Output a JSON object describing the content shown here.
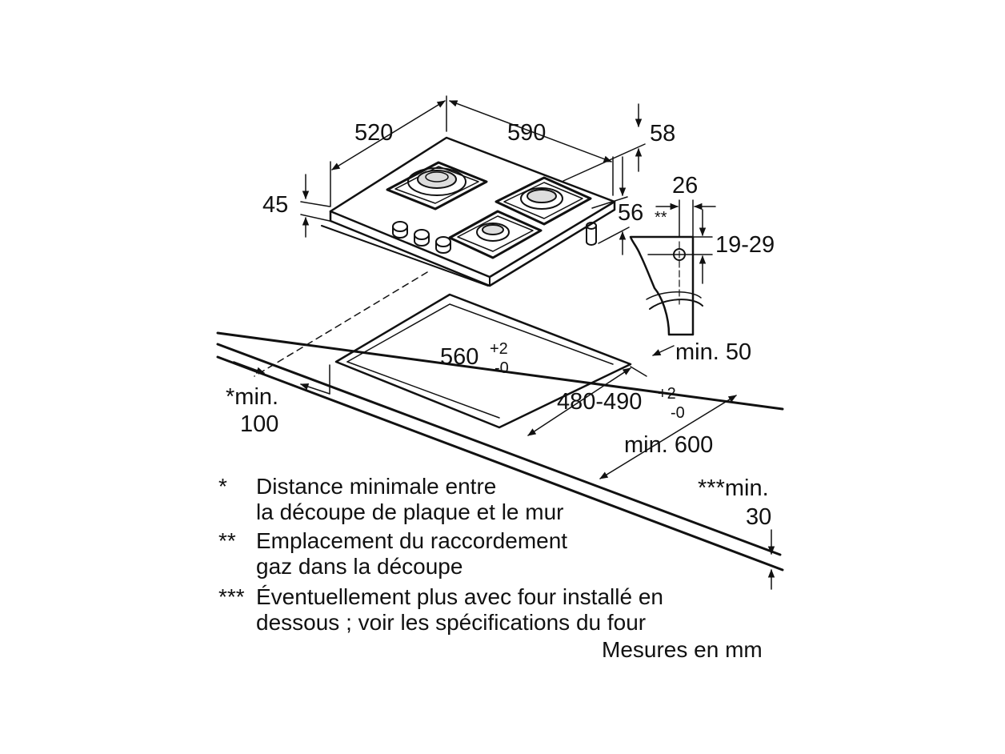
{
  "dimensions": {
    "width": "520",
    "length": "590",
    "height_58": "58",
    "height_45": "45",
    "gas_offset_56": "56",
    "gas_marker": "**",
    "bracket_26": "26",
    "bracket_19_29": "19-29",
    "cutout_width": "560",
    "cutout_width_tol_plus": "+2",
    "cutout_width_tol_minus": "-0",
    "cutout_depth": "480-490",
    "cutout_depth_tol_plus": "+2",
    "cutout_depth_tol_minus": "-0",
    "min_50": "min. 50",
    "min_600": "min. 600",
    "min_100_prefix": "*min.",
    "min_100_value": "100",
    "min_30_prefix": "***min.",
    "min_30_value": "30"
  },
  "notes": [
    {
      "mark": "*",
      "lines": [
        "Distance minimale entre",
        "la découpe de plaque et le mur"
      ]
    },
    {
      "mark": "**",
      "lines": [
        "Emplacement du raccordement",
        "gaz dans la découpe"
      ]
    },
    {
      "mark": "***",
      "lines": [
        "Éventuellement plus avec four installé en",
        "dessous ; voir les spécifications du four"
      ]
    }
  ],
  "units_note": "Mesures en mm"
}
